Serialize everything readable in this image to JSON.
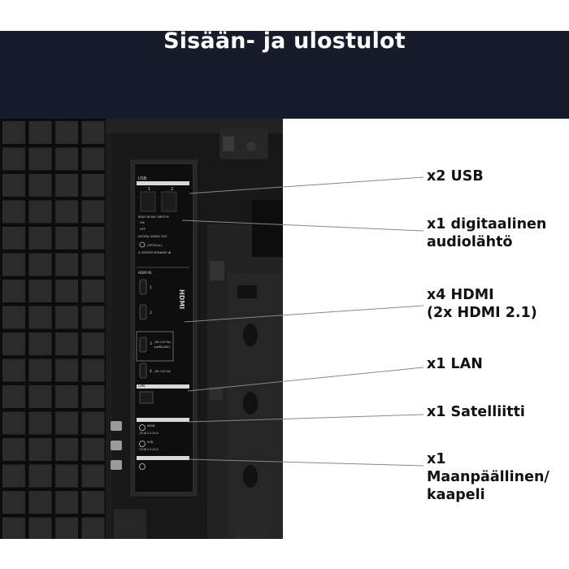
{
  "header": {
    "title": "Sisään- ja ulostulot",
    "bg_color": "#161c2a"
  },
  "labels": [
    {
      "lines": [
        "x2 USB"
      ]
    },
    {
      "lines": [
        "x1 digitaalinen",
        "audiolähtö"
      ]
    },
    {
      "lines": [
        "x4 HDMI",
        "(2x HDMI 2.1)"
      ]
    },
    {
      "lines": [
        "x1 LAN"
      ]
    },
    {
      "lines": [
        "x1 Satelliitti"
      ]
    },
    {
      "lines": [
        "x1",
        "Maanpäällinen/",
        "kaapeli"
      ]
    }
  ],
  "panel": {
    "usb": "USB",
    "usb_1": "1",
    "usb_2": "2",
    "switch": "BUILT-IN MIC SWITCH",
    "switch_on": "ON",
    "switch_off": "OFF",
    "audio_out": "DIGITAL AUDIO OUT",
    "optical": "(OPTICAL)",
    "center": "S-CENTER SPEAKER IN",
    "hdmi_in": "HDMI IN",
    "hdmi_1": "1",
    "hdmi_2": "2",
    "hdmi_3": "3",
    "hdmi_3_note": "(4K 120 Hz)",
    "hdmi_3_note2": "(eARC/ARC)",
    "hdmi_4": "4",
    "hdmi_4_note": "(4K 120 Hz)",
    "hdmi_logo": "HDMI",
    "lan": "LAN",
    "sat": "MAIN",
    "sat_power": "13/18 V 0.45 A",
    "sub": "SUB",
    "sub_power": "13/18 V 0.45 A"
  }
}
